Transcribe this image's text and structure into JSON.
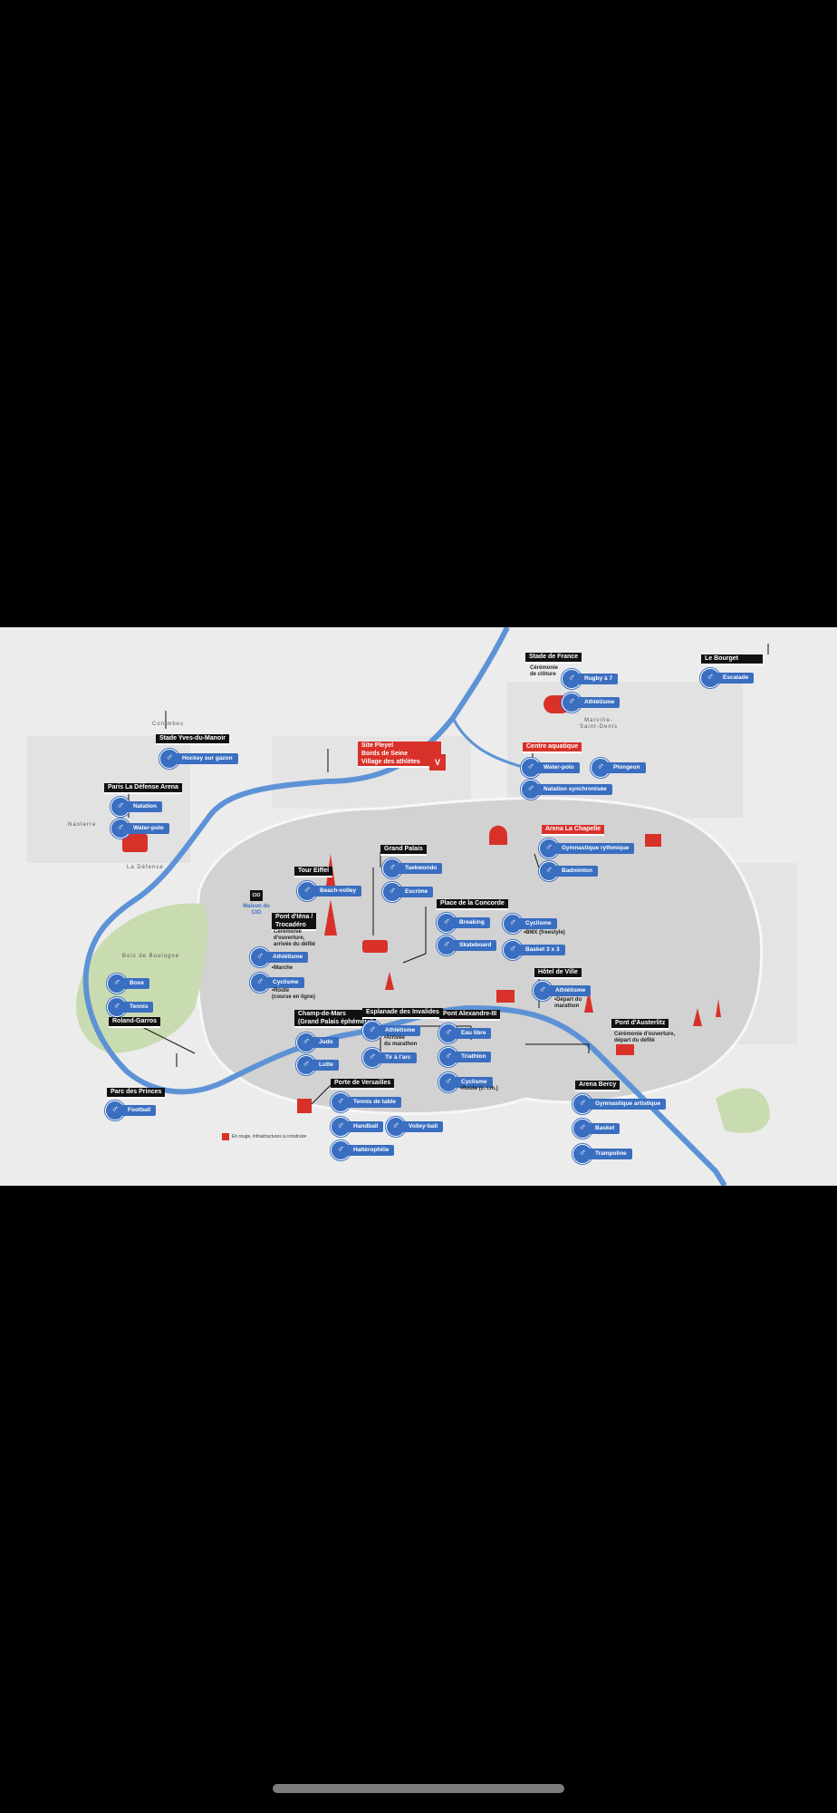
{
  "colors": {
    "activity": "#3a6ec0",
    "venue_red": "#d8312a",
    "label_dark": "#111111",
    "river": "#5d93d6",
    "green": "#c9dbb0"
  },
  "red_labels": [
    "Site Pleyel",
    "Bords de Seine",
    "Village des athlètes"
  ],
  "venue_labels": {
    "stade_france": "Stade de France",
    "le_bourget": "Le Bourget",
    "stade_yves": "Stade Yves-du-Manoir",
    "defense_arena": "Paris La Défense Arena",
    "centre_aquatique": "Centre aquatique",
    "arena_chapelle": "Arena La Chapelle",
    "tour_eiffel": "Tour Eiffel",
    "grand_palais": "Grand Palais",
    "concorde": "Place de la Concorde",
    "trocadero_1": "Pont d'Iéna /",
    "trocadero_2": "Trocadéro",
    "hotel_ville": "Hôtel de Ville",
    "austerlitz": "Pont d'Austerlitz",
    "champ_mars_1": "Champ-de-Mars",
    "champ_mars_2": "(Grand Palais éphémère)",
    "invalides": "Esplanade des Invalides",
    "alexandre": "Pont Alexandre-III",
    "roland": "Roland-Garros",
    "parc_princes": "Parc des Princes",
    "versailles": "Porte de Versailles",
    "bercy": "Arena Bercy"
  },
  "activities": {
    "rugby": "Rugby à 7",
    "athletisme_sdf": "Athlétisme",
    "escalade": "Escalade",
    "hockey": "Hockey sur gazon",
    "natation_def": "Natation",
    "waterpolo_def": "Water-polo",
    "waterpolo_aqua": "Water-polo",
    "plongeon": "Plongeon",
    "natation_sync": "Natation synchronisée",
    "gym_ryth": "Gymnastique rythmique",
    "badminton": "Badminton",
    "beach": "Beach-volley",
    "taekwondo": "Taekwondo",
    "escrime": "Escrime",
    "breaking": "Breaking",
    "skate": "Skateboard",
    "cyclisme_bmx": "Cyclisme",
    "basket3": "Basket 3 x 3",
    "athle_troc": "Athlétisme",
    "cyclisme_troc": "Cyclisme",
    "athle_hdv": "Athlétisme",
    "boxe": "Boxe",
    "tennis": "Tennis",
    "judo": "Judo",
    "lutte": "Lutte",
    "athle_inv": "Athlétisme",
    "tir_arc": "Tir à l'arc",
    "eau_libre": "Eau libre",
    "triathlon": "Triathlon",
    "cyclisme_alex": "Cyclisme",
    "football": "Football",
    "tennis_table": "Tennis de table",
    "handball": "Handball",
    "volley": "Volley-ball",
    "halterophilie": "Haltérophilie",
    "gym_artistique": "Gymnastique artistique",
    "basket_bercy": "Basket",
    "trampoline": "Trampoline"
  },
  "notes": {
    "ceremonie_cloture": "Cérémonie\nde clôture",
    "ceremonie_ouverture": "Cérémonie\nd'ouverture,\narrivée du défilé",
    "marche": "•Marche",
    "route_troc": "•Route\n(course en ligne)",
    "bmx": "•BMX (freestyle)",
    "depart_marathon": "•Départ du\nmarathon",
    "austerlitz_note": "Cérémonie d'ouverture,\ndépart du défilé",
    "arrivee_marathon": "•Arrivée\ndu marathon",
    "route_lm": "•Route (c. l.m.)"
  },
  "towns": {
    "colombes": "Colombes",
    "nanterre": "Nanterre",
    "la_defense": "La Défense",
    "bois_boulogne": "Bois de Boulogne",
    "marville": "Marville-\nSaint-Denis"
  },
  "cio": {
    "box": "CIO",
    "caption": "Maison du CIO"
  },
  "village_marker": "V",
  "legend": "En rouge, infrastructures à construire"
}
